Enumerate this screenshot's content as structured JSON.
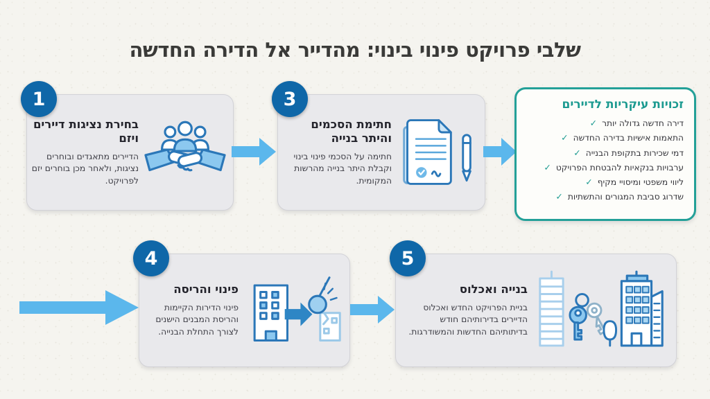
{
  "title": "שלבי פרויקט פינוי בינוי: מהדייר אל הדירה החדשה",
  "steps": [
    {
      "number": "1",
      "title": "בחירת נציגות דיירים ויזם",
      "body": "הדיירים מתאגדים ובוחרים נציגות, ולאחר מכן בוחרים יזם לפרויקט.",
      "icon": "handshake-people-icon"
    },
    {
      "number": "3",
      "title": "חתימת הסכמים והיתר בנייה",
      "body": "חתימה על הסכמי פינוי בינוי וקבלת היתר בנייה מהרשות המקומית.",
      "icon": "contract-signing-icon"
    },
    {
      "number": "4",
      "title": "פינוי והריסה",
      "body": "פינוי הדירות הקיימות והריסת המבנים הישנים לצורך התחלת הבנייה.",
      "icon": "demolition-wrecking-ball-icon"
    },
    {
      "number": "5",
      "title": "בנייה ואכלוס",
      "body": "בניית הפרויקט החדש ואכלוס הדיירים בדירותיהם חודש בדיתותיהם החדשות והמשודרגות.",
      "icon": "new-buildings-keys-icon"
    }
  ],
  "rights_panel": {
    "title": "זכויות עיקריות לדיירים",
    "items": [
      "דירה חדשה גדולה יותר",
      "התאמות אישיות בדירה החדשה",
      "דמי שכירות בתקופת הבנייה",
      "ערבויות בנקאיות להבטחת הפרויקט",
      "ליווי משפטי ומיסויי מקיף",
      "שדרוג סביבת המגורים והתשתיות"
    ]
  },
  "colors": {
    "background": "#f5f4ef",
    "card_background": "#e9e9ec",
    "badge_blue": "#0f67a8",
    "arrow_blue": "#5bb7ec",
    "icon_stroke_blue": "#2b77b8",
    "icon_fill_light_blue": "#8cc8ef",
    "teal_accent": "#23a098",
    "title_text": "#3a3a38"
  }
}
